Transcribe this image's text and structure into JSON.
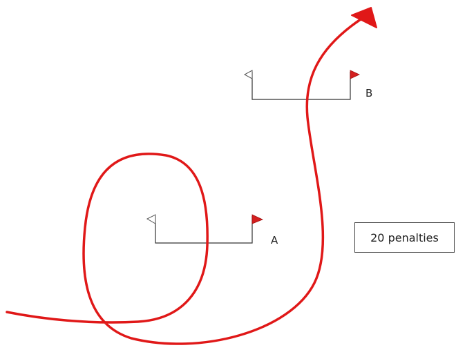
{
  "gates": [
    {
      "label": "A"
    },
    {
      "label": "B"
    }
  ],
  "penalty_box": {
    "text": "20 penalties"
  },
  "colors": {
    "path": "#e01818",
    "red_flag": "#d42020",
    "white_flag": "#ffffff",
    "gate_line": "#333333"
  }
}
